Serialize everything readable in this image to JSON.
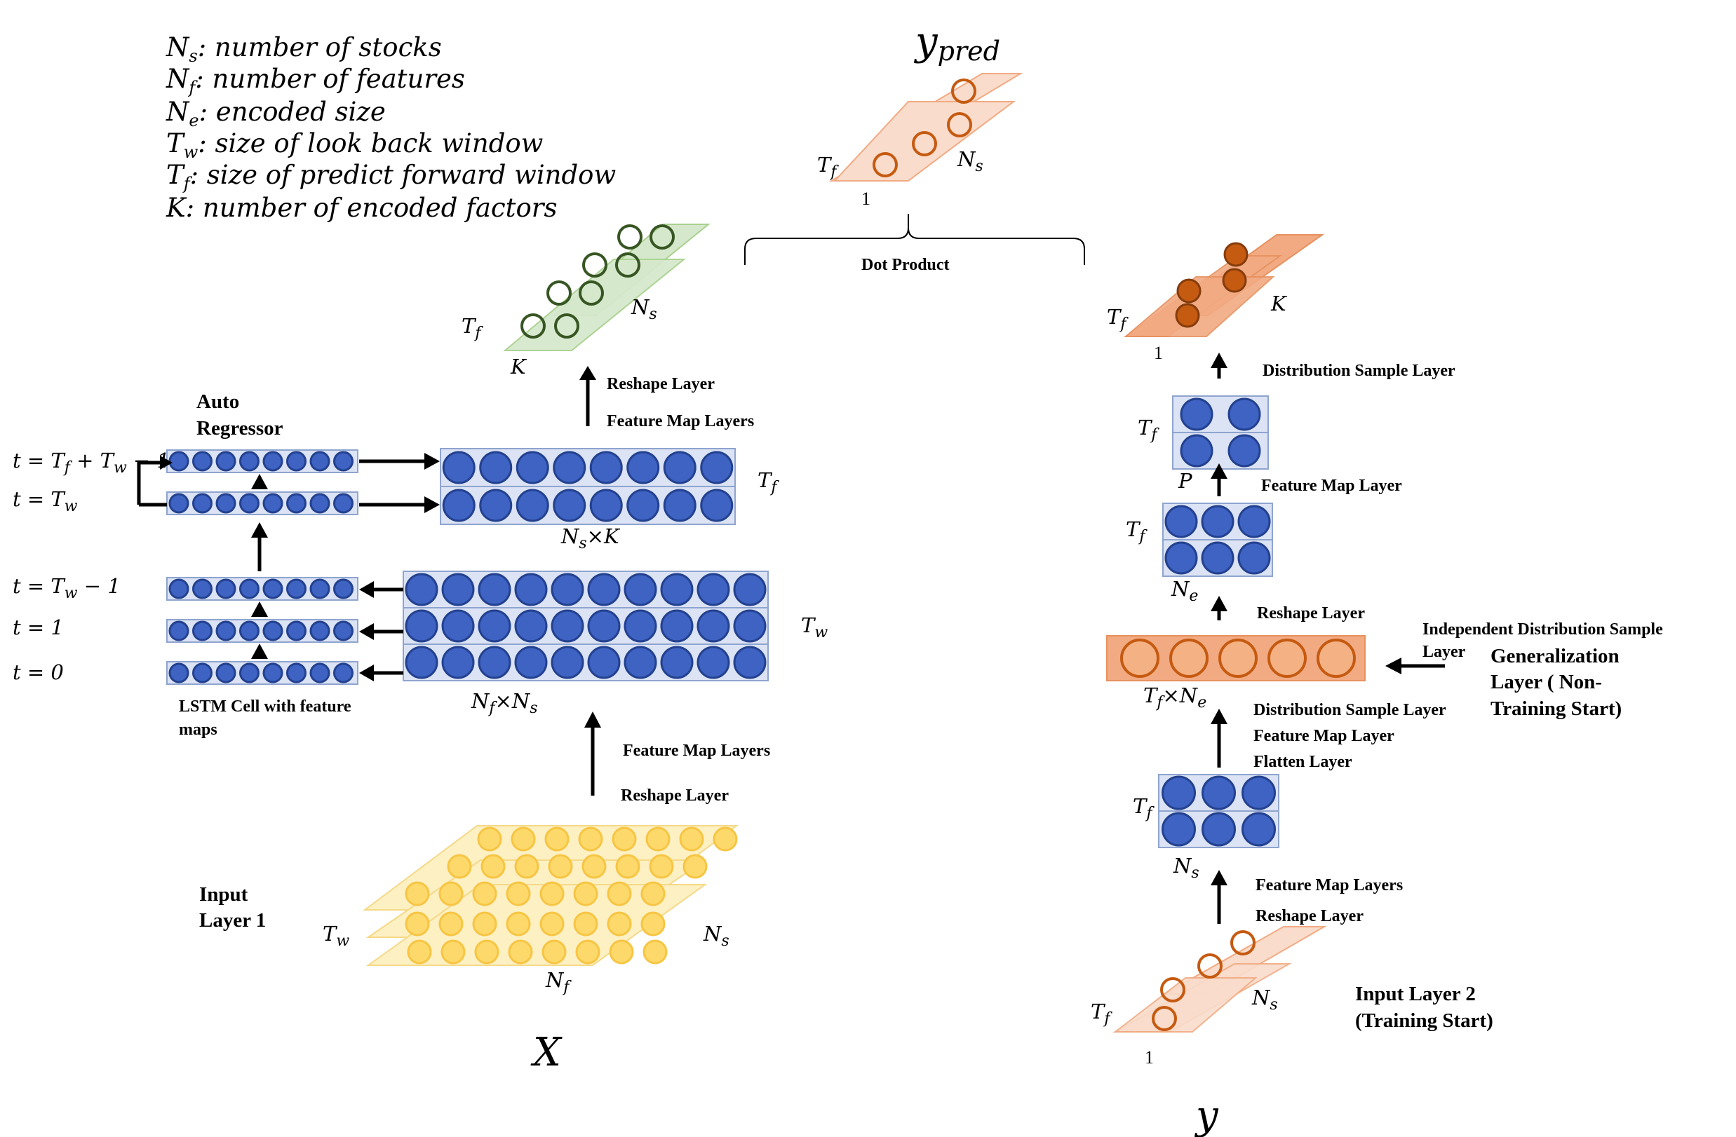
{
  "legend": [
    {
      "sym": "N",
      "sub": "s",
      "text": ": number of stocks"
    },
    {
      "sym": "N",
      "sub": "f",
      "text": ": number of features"
    },
    {
      "sym": "N",
      "sub": "e",
      "text": ": encoded size"
    },
    {
      "sym": "T",
      "sub": "w",
      "text": ": size of look back window"
    },
    {
      "sym": "T",
      "sub": "f",
      "text": ": size of predict forward window"
    },
    {
      "sym": "K",
      "sub": "",
      "text": ": number of encoded factors"
    }
  ],
  "labels": {
    "y_pred": "y",
    "y_pred_sub": "pred",
    "x_var": "X",
    "y_var": "y",
    "dot_product": "Dot Product",
    "auto_regressor_1": "Auto",
    "auto_regressor_2": "Regressor",
    "lstm_cell_1": "LSTM Cell with feature",
    "lstm_cell_2": "maps",
    "input_layer1_1": "Input",
    "input_layer1_2": "Layer 1",
    "input_layer2_1": "Input Layer 2",
    "input_layer2_2": "(Training Start)",
    "gen_1": "Generalization",
    "gen_2": "Layer ( Non-",
    "gen_3": "Training Start)",
    "indep_1": "Independent Distribution Sample",
    "indep_2": "Layer",
    "left_reshape_top": "Reshape Layer",
    "left_fmap_top": "Feature Map Layers",
    "left_fmap_bottom": "Feature Map Layers",
    "left_reshape_bottom": "Reshape Layer",
    "right_dist_top": "Distribution Sample Layer",
    "right_fmap_single": "Feature Map Layer",
    "right_reshape_mid": "Reshape Layer",
    "right_dist_mid": "Distribution Sample Layer",
    "right_fmap_mid": "Feature Map Layer",
    "right_flatten": "Flatten Layer",
    "right_fmap_bottom": "Feature Map Layers",
    "right_reshape_bottom": "Reshape Layer",
    "one": "1",
    "P": "P",
    "K": "K",
    "times": "×"
  },
  "time_labels": [
    {
      "lhs": "t = ",
      "expr": "T",
      "sub": "f",
      "rest": " + T",
      "sub2": "w",
      "tail": " − 1"
    },
    {
      "lhs": "t = ",
      "expr": "T",
      "sub": "w",
      "rest": "",
      "sub2": "",
      "tail": ""
    },
    {
      "lhs": "t = ",
      "expr": "T",
      "sub": "w",
      "rest": "",
      "sub2": "",
      "tail": " − 1"
    },
    {
      "lhs": "t = 1",
      "expr": "",
      "sub": "",
      "rest": "",
      "sub2": "",
      "tail": ""
    },
    {
      "lhs": "t = 0",
      "expr": "",
      "sub": "",
      "rest": "",
      "sub2": "",
      "tail": ""
    }
  ],
  "colors": {
    "blue_fill": "#3e63c3",
    "blue_box": "#dbe3f4",
    "orange_light": "#f9dccb",
    "orange_mid": "#f2aa82",
    "orange_dark": "#c55a11",
    "green_light": "#d5e8cc",
    "green_dark": "#375623",
    "yellow_light": "#fdf0c3",
    "yellow_dot": "#fcd96a"
  }
}
